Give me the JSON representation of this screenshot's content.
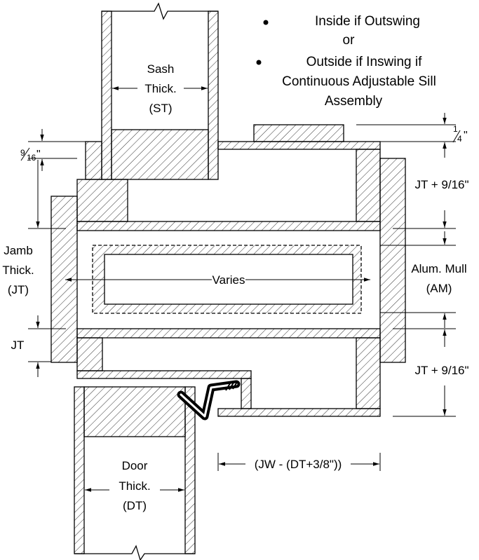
{
  "notes": {
    "line1": "Inside if Outswing",
    "line2": "or",
    "line3": "Outside if Inswing if",
    "line4": "Continuous Adjustable Sill",
    "line5": "Assembly"
  },
  "labels": {
    "sash": [
      "Sash",
      "Thick.",
      "(ST)"
    ],
    "jamb": [
      "Jamb",
      "Thick.",
      "(JT)"
    ],
    "door": [
      "Door",
      "Thick.",
      "(DT)"
    ],
    "varies": "Varies",
    "jt": "JT",
    "jt_plus_top": "JT + 9/16\"",
    "jt_plus_bottom": "JT + 9/16\"",
    "alum_mull": [
      "Alum. Mull",
      "(AM)"
    ],
    "jw": "(JW - (DT+3/8\"))",
    "quarter": {
      "num": "1",
      "den": "4",
      "unit": "\""
    },
    "nine_sixteenths": {
      "num": "9",
      "den": "16",
      "unit": "\""
    }
  }
}
